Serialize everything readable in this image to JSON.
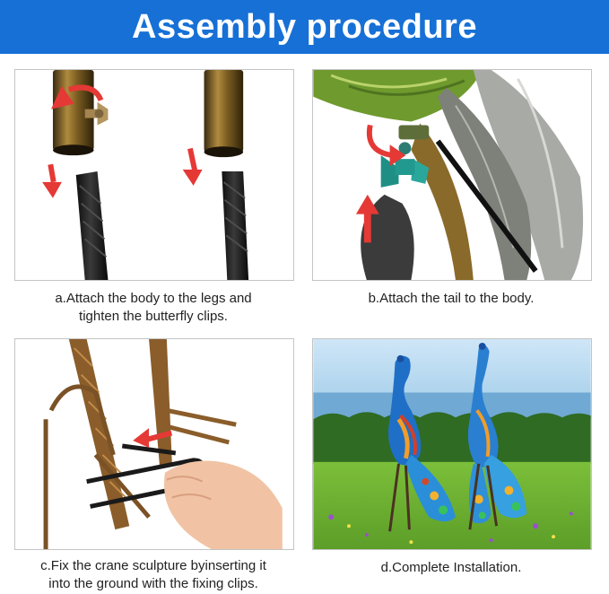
{
  "header": {
    "title": "Assembly procedure"
  },
  "steps": [
    {
      "caption_line1": "a.Attach the body to the legs and",
      "caption_line2": "tighten the butterfly clips."
    },
    {
      "caption_line1": "b.Attach the tail to the body.",
      "caption_line2": ""
    },
    {
      "caption_line1": "c.Fix the crane sculpture byinserting it",
      "caption_line2": "into the ground with the fixing clips."
    },
    {
      "caption_line1": "d.Complete Installation.",
      "caption_line2": ""
    }
  ],
  "colors": {
    "banner": "#1670d6",
    "arrow": "#e53935"
  }
}
